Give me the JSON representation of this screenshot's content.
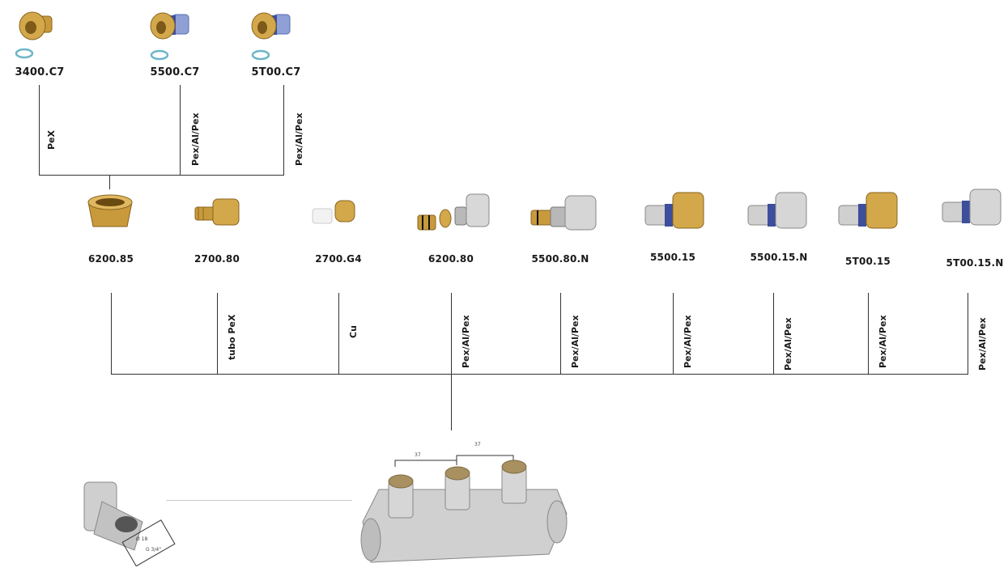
{
  "top_products": [
    {
      "code": "3400.C7",
      "icon": "brass-fitting-with-ring-icon"
    },
    {
      "code": "5500.C7",
      "icon": "brass-fitting-blue-insert-with-ring-icon"
    },
    {
      "code": "5T00.C7",
      "icon": "brass-fitting-blue-insert-with-ring-icon"
    }
  ],
  "top_pipe_labels": [
    "PeX",
    "Pex/Al/Pex",
    "Pex/Al/Pex"
  ],
  "mid_products": [
    {
      "code": "6200.85",
      "icon": "brass-ring-icon"
    },
    {
      "code": "2700.80",
      "icon": "brass-compression-fitting-icon"
    },
    {
      "code": "2700.G4",
      "icon": "white-brass-insert-icon"
    },
    {
      "code": "6200.80",
      "icon": "exploded-fitting-icon"
    },
    {
      "code": "5500.80.N",
      "icon": "nickel-compression-fitting-icon"
    },
    {
      "code": "5500.15",
      "icon": "nickel-blue-fitting-icon"
    },
    {
      "code": "5500.15.N",
      "icon": "nickel-blue-fitting-icon"
    },
    {
      "code": "5T00.15",
      "icon": "brass-blue-fitting-icon"
    },
    {
      "code": "5T00.15.N",
      "icon": "nickel-blue-fitting-icon"
    }
  ],
  "mid_pipe_labels": [
    "tubo PeX",
    "Cu",
    "Pex/Al/Pex",
    "Pex/Al/Pex",
    "Pex/Al/Pex",
    "Pex/Al/Pex",
    "Pex/Al/Pex",
    "Pex/Al/Pex"
  ],
  "manifold": {
    "icon": "nickel-manifold-icon",
    "dims": [
      "37",
      "37"
    ]
  },
  "detail": {
    "icon": "manifold-thread-detail-icon",
    "dims": [
      "Ø 18",
      "G 3/4\""
    ]
  },
  "colors": {
    "brass": "#c89a3c",
    "nickel": "#c9c9c9",
    "blue": "#3c4e9c",
    "line": "#333333"
  }
}
